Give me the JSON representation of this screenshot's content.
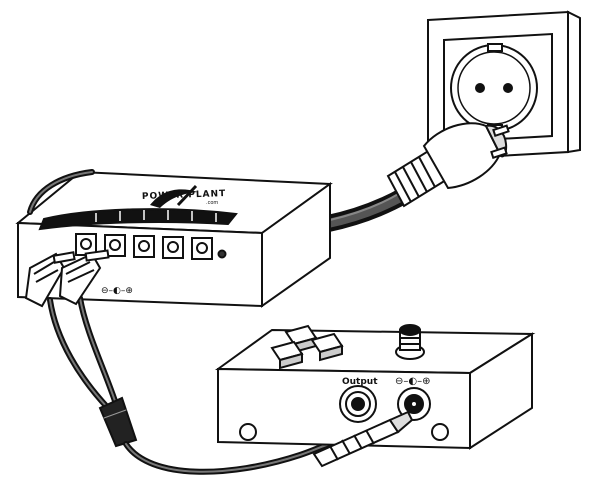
{
  "brand": {
    "logo_text": "POWER PLANT",
    "sub_text": ".com"
  },
  "pedal": {
    "output_label": "Output",
    "polarity_symbol": "⊖–◐–⊕"
  },
  "power_supply": {
    "polarity_symbol": "⊖–◐–⊕",
    "outputs": 5
  }
}
